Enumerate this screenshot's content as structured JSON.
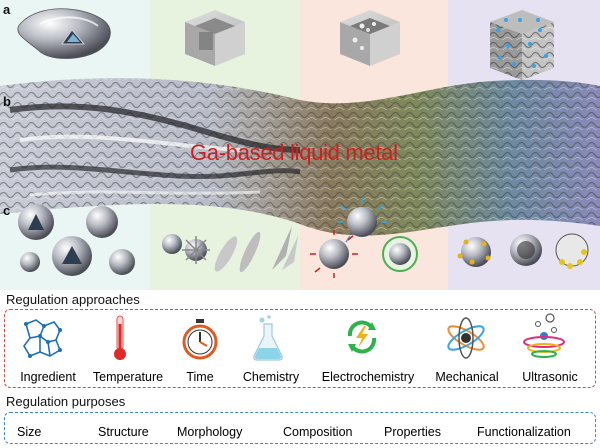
{
  "panel_labels": {
    "a": "a",
    "b": "b",
    "c": "c"
  },
  "center_title": "Ga-based liquid metal",
  "approaches": {
    "title": "Regulation approaches",
    "items": [
      {
        "label": "Ingredient",
        "icon": "molecule-network-icon"
      },
      {
        "label": "Temperature",
        "icon": "thermometer-icon"
      },
      {
        "label": "Time",
        "icon": "stopwatch-icon"
      },
      {
        "label": "Chemistry",
        "icon": "flask-icon"
      },
      {
        "label": "Electrochemistry",
        "icon": "lightning-cycle-icon"
      },
      {
        "label": "Mechanical",
        "icon": "atom-icon"
      },
      {
        "label": "Ultrasonic",
        "icon": "ultrasonic-bubbles-icon"
      }
    ],
    "border_color": "#d24a43"
  },
  "purposes": {
    "title": "Regulation purposes",
    "items": [
      "Size",
      "Structure",
      "Morphology",
      "Composition",
      "Properties",
      "Functionalization"
    ],
    "border_color": "#3a86c8"
  },
  "colors": {
    "bg_panel_1": "#eaf6f4",
    "bg_panel_2": "#e7f2df",
    "bg_panel_3": "#fbe6de",
    "bg_panel_4": "#e6e2f2",
    "title_red": "#d21d1d"
  }
}
